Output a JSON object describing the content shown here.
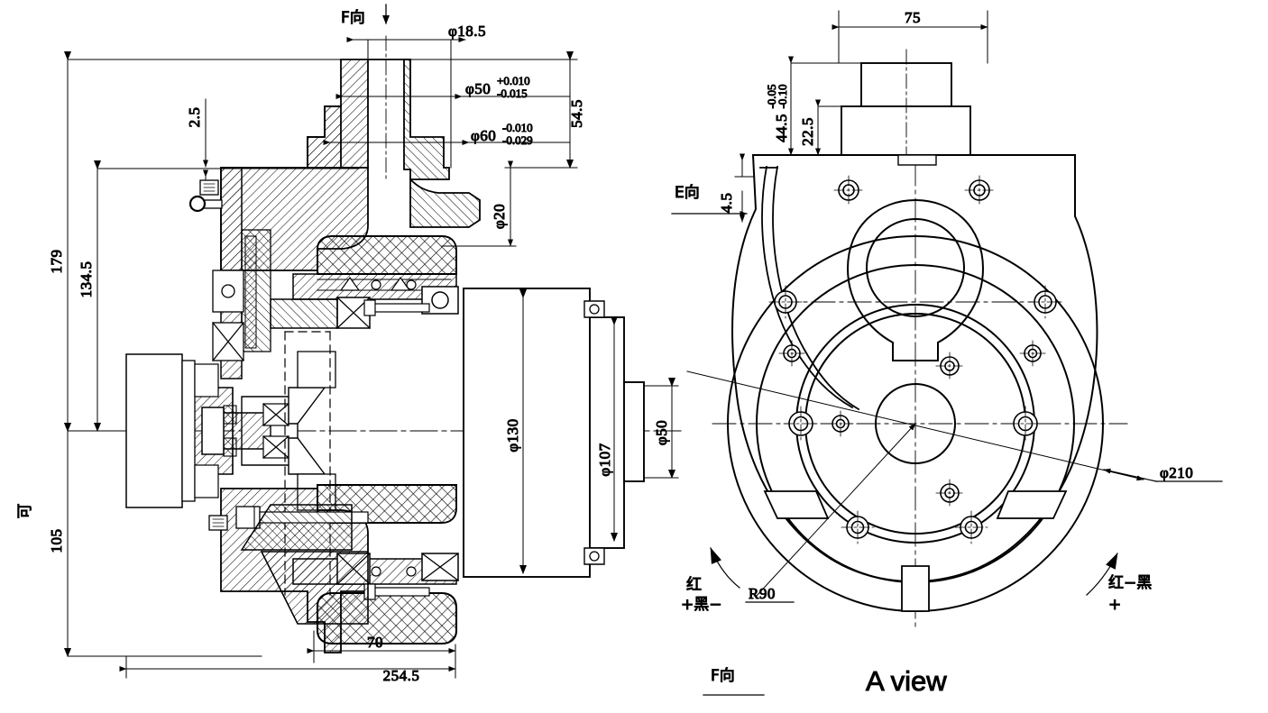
{
  "drawing": {
    "title": "A view",
    "view_labels": {
      "f_top": "F向",
      "e_left": "E向",
      "f_bottom": "F向",
      "main_title": "A view"
    },
    "annotations": {
      "wire_left_line1": "红",
      "wire_left_line2": "+黑−",
      "wire_right_line1": "红−黑",
      "wire_right_line2": "+",
      "radius_note": "R90",
      "rotated_char": "可"
    },
    "section_view": {
      "name": "sectional-assembly-view",
      "dimensions_left": [
        {
          "id": "dim-179",
          "value": "179"
        },
        {
          "id": "dim-134_5",
          "value": "134.5"
        },
        {
          "id": "dim-105",
          "value": "105"
        },
        {
          "id": "dim-2_5",
          "value": "2.5"
        }
      ],
      "dimensions_top": [
        {
          "id": "dim-phi18_5",
          "value": "φ18.5"
        },
        {
          "id": "dim-phi50",
          "value": "φ50",
          "tol_upper": "+0.010",
          "tol_lower": "-0.015"
        },
        {
          "id": "dim-phi60",
          "value": "φ60",
          "tol_upper": "-0.010",
          "tol_lower": "-0.029"
        },
        {
          "id": "dim-54_5",
          "value": "54.5"
        },
        {
          "id": "dim-phi20",
          "value": "φ20"
        }
      ],
      "dimensions_right": [
        {
          "id": "dim-phi130",
          "value": "φ130"
        },
        {
          "id": "dim-phi107",
          "value": "φ107"
        },
        {
          "id": "dim-phi50-shaft",
          "value": "φ50"
        }
      ],
      "dimensions_bottom": [
        {
          "id": "dim-70",
          "value": "70"
        },
        {
          "id": "dim-254_5",
          "value": "254.5"
        }
      ]
    },
    "end_view": {
      "name": "end-elevation-view",
      "dimensions_top": [
        {
          "id": "dim-75",
          "value": "75"
        },
        {
          "id": "dim-44_5",
          "value": "44.5",
          "tol_upper": "-0.05",
          "tol_lower": "-0.10"
        },
        {
          "id": "dim-22_5",
          "value": "22.5"
        },
        {
          "id": "dim-4_5",
          "value": "4.5"
        }
      ],
      "dimensions_other": [
        {
          "id": "dim-phi210",
          "value": "φ210"
        },
        {
          "id": "dim-r90",
          "value": "R90"
        }
      ]
    },
    "colors": {
      "line": "#000000",
      "background": "#ffffff"
    }
  }
}
